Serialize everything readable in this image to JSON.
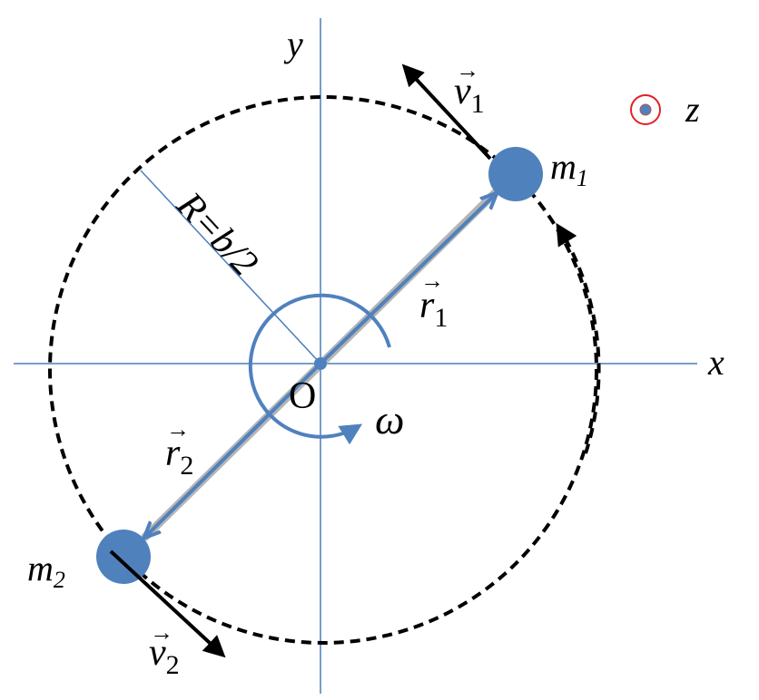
{
  "labels": {
    "x_axis": "x",
    "y_axis": "y",
    "z_axis": "z",
    "origin": "O",
    "radius": "R=b/2",
    "omega": "ω",
    "m1": {
      "base": "m",
      "sub": "1"
    },
    "m2": {
      "base": "m",
      "sub": "2"
    },
    "r1": {
      "base": "r",
      "sub": "1",
      "arrow": "→"
    },
    "r2": {
      "base": "r",
      "sub": "2",
      "arrow": "→"
    },
    "v1": {
      "base": "v",
      "sub": "1",
      "arrow": "→"
    },
    "v2": {
      "base": "v",
      "sub": "2",
      "arrow": "→"
    }
  },
  "colors": {
    "axis": "#4a7ebb",
    "mass": "#4f81bd",
    "orbit": "#000000",
    "velocity": "#000000",
    "z_ring": "#e31e24",
    "z_dot": "#4f81bd"
  }
}
